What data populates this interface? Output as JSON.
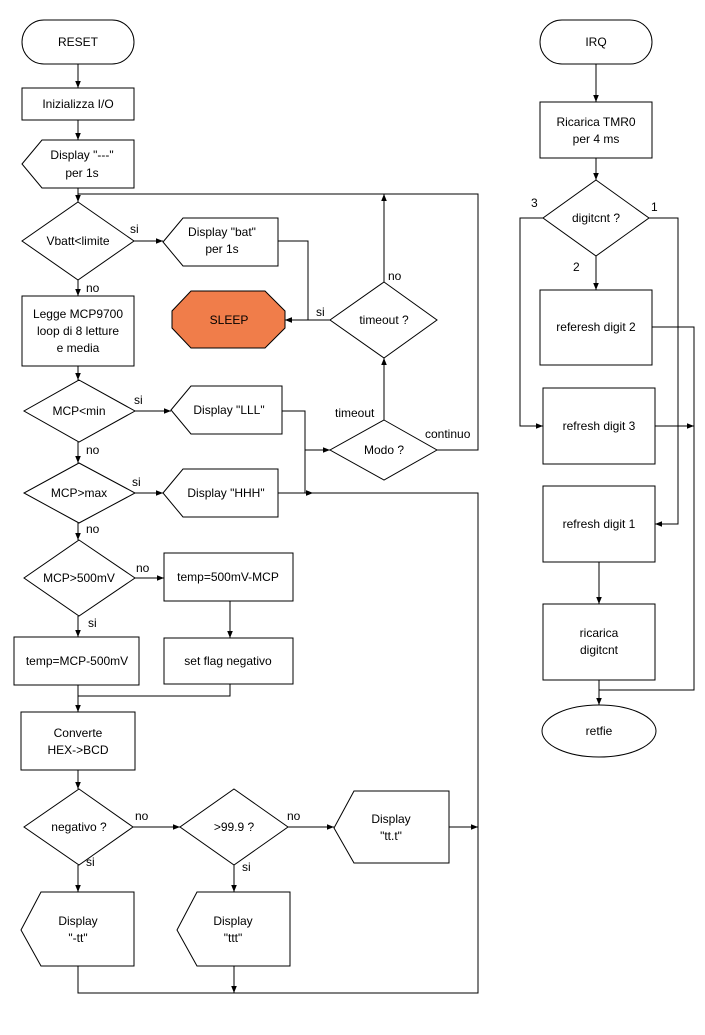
{
  "nodes": {
    "reset": "RESET",
    "init_io": "Inizializza I/O",
    "display_dash": [
      "Display  \"---\"",
      "per 1s"
    ],
    "vbatt": "Vbatt<limite",
    "display_bat": [
      "Display   \"bat\"",
      "per 1s"
    ],
    "sleep": "SLEEP",
    "legge": [
      "Legge MCP9700",
      "loop di 8 letture",
      "e media"
    ],
    "timeout": "timeout ?",
    "mcp_min": "MCP<min",
    "display_lll": "Display  \"LLL\"",
    "modo": "Modo ?",
    "mcp_max": "MCP>max",
    "display_hhh": "Display  \"HHH\"",
    "mcp_500": "MCP>500mV",
    "temp_neg": "temp=500mV-MCP",
    "temp_pos": "temp=MCP-500mV",
    "flag_neg": "set flag negativo",
    "converte": [
      "Converte",
      "HEX->BCD"
    ],
    "negativo": "negativo ?",
    "gt999": ">99.9 ?",
    "display_ttt_dec": [
      "Display",
      "\"tt.t\""
    ],
    "display_neg_tt": [
      "Display",
      "\"-tt\""
    ],
    "display_ttt": [
      "Display",
      "\"ttt\""
    ],
    "irq": "IRQ",
    "ricarica_tmr0": [
      "Ricarica TMR0",
      "per 4 ms"
    ],
    "digitcnt": "digitcnt ?",
    "refresh2": "referesh digit 2",
    "refresh3": "refresh digit 3",
    "refresh1": "refresh digit 1",
    "ricarica_digitcnt": [
      "ricarica",
      "digitcnt"
    ],
    "retfie": "retfie"
  },
  "labels": {
    "si": "si",
    "no": "no",
    "timeout_branch": "timeout",
    "continuo": "continuo",
    "d3": "3",
    "d2": "2",
    "d1": "1"
  }
}
